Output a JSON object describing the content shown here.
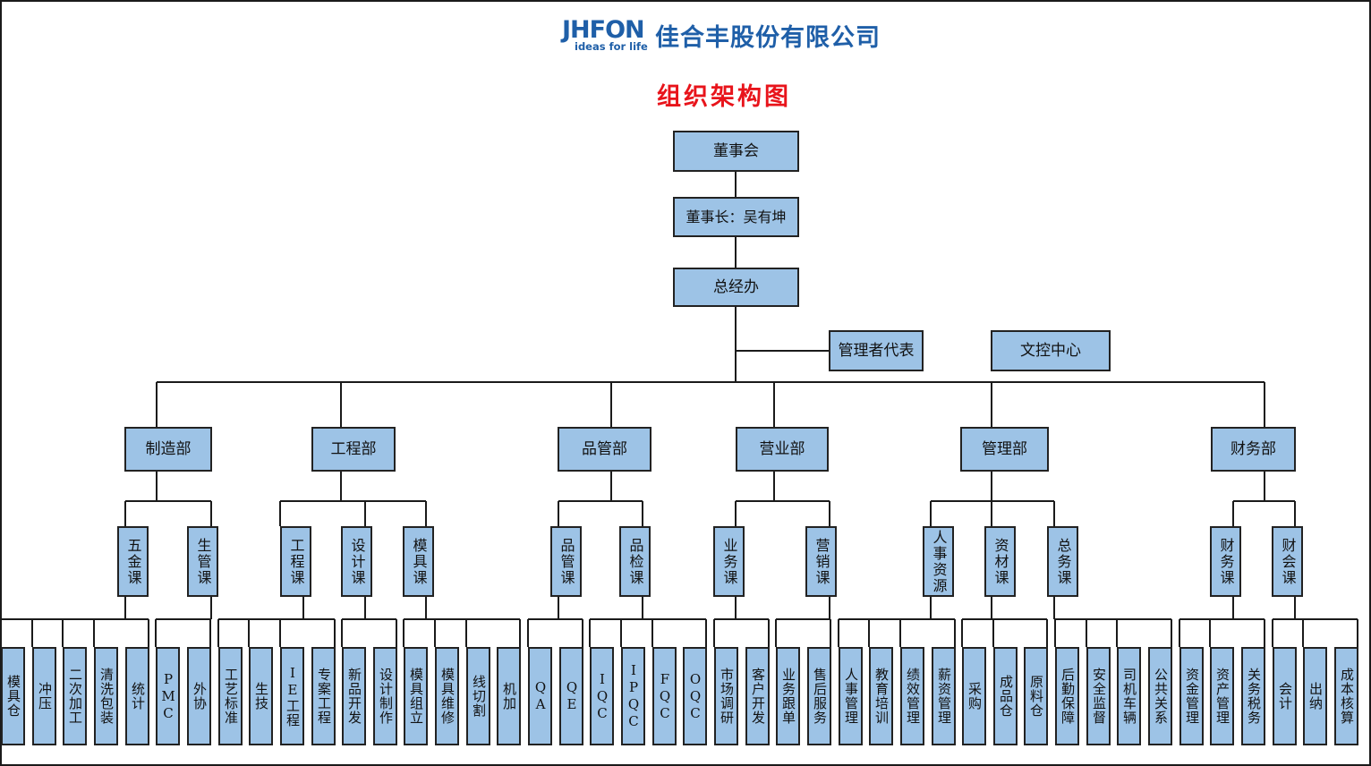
{
  "header": {
    "logo_mark": "JHFON",
    "logo_tagline": "ideas for life",
    "company_name": "佳合丰股份有限公司",
    "chart_title": "组织架构图",
    "brand_color": "#1f5fa8",
    "title_color": "#e8141b"
  },
  "style": {
    "box_fill": "#9dc3e6",
    "line_color": "#1a1a1a"
  },
  "top": {
    "board": "董事会",
    "chairman": "董事长：吴有坤",
    "gm_office": "总经办",
    "mgmt_rep": "管理者代表",
    "doc_control": "文控中心"
  },
  "departments": [
    {
      "name": "制造部",
      "sections": [
        {
          "name": "五金课",
          "units": [
            "模具仓",
            "冲压",
            "二次加工",
            "清洗包装",
            "统计"
          ]
        },
        {
          "name": "生管课",
          "units": [
            "PMC",
            "外协"
          ]
        }
      ]
    },
    {
      "name": "工程部",
      "sections": [
        {
          "name": "工程课",
          "units": [
            "工艺标准",
            "生技",
            "IE工程",
            "专案工程"
          ]
        },
        {
          "name": "设计课",
          "units": [
            "新品开发",
            "设计制作"
          ]
        },
        {
          "name": "模具课",
          "units": [
            "模具组立",
            "模具维修",
            "线切割",
            "机加"
          ]
        }
      ]
    },
    {
      "name": "品管部",
      "sections": [
        {
          "name": "品管课",
          "units": [
            "QA",
            "QE"
          ]
        },
        {
          "name": "品检课",
          "units": [
            "IQC",
            "IPQC",
            "FQC",
            "OQC"
          ]
        }
      ]
    },
    {
      "name": "营业部",
      "sections": [
        {
          "name": "业务课",
          "units": [
            "市场调研",
            "客户开发"
          ]
        },
        {
          "name": "营销课",
          "units": [
            "业务跟单",
            "售后服务"
          ]
        }
      ]
    },
    {
      "name": "管理部",
      "sections": [
        {
          "name": "人事资源",
          "units": [
            "人事管理",
            "教育培训",
            "绩效管理",
            "薪资管理"
          ]
        },
        {
          "name": "资材课",
          "units": [
            "采购",
            "成品仓",
            "原料仓"
          ]
        },
        {
          "name": "总务课",
          "units": [
            "后勤保障",
            "安全监督",
            "司机车辆",
            "公共关系"
          ]
        }
      ]
    },
    {
      "name": "财务部",
      "sections": [
        {
          "name": "财务课",
          "units": [
            "资金管理",
            "资产管理",
            "关务税务"
          ]
        },
        {
          "name": "财会课",
          "units": [
            "会计",
            "出纳",
            "成本核算"
          ]
        }
      ]
    }
  ]
}
